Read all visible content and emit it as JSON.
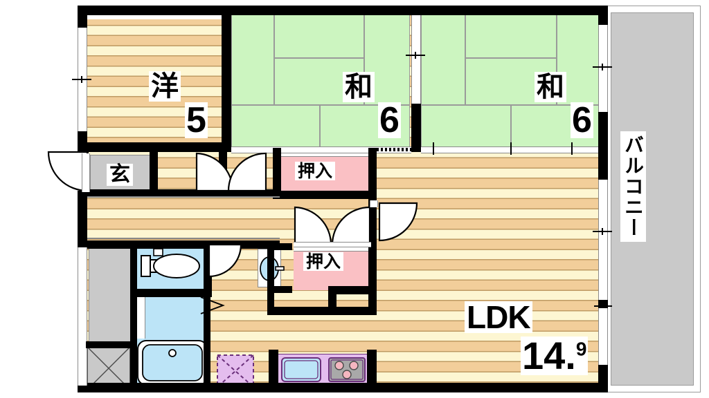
{
  "plan": {
    "title": "Japanese apartment floor plan 3LDK",
    "rooms": [
      {
        "id": "western-room",
        "label": "洋",
        "size": "5",
        "type": "western-flooring"
      },
      {
        "id": "japanese-room-1",
        "label": "和",
        "size": "6",
        "type": "tatami"
      },
      {
        "id": "japanese-room-2",
        "label": "和",
        "size": "6",
        "type": "tatami"
      },
      {
        "id": "ldk",
        "label": "LDK",
        "size": "14",
        "size_decimal": "9",
        "type": "living-dining-kitchen"
      }
    ],
    "labels": {
      "entrance": "玄",
      "closet_upper": "押入",
      "closet_lower": "押入",
      "balcony": "バルコニー",
      "ldk": "LDK",
      "ldk_area_int": "14",
      "ldk_area_dec": ".",
      "ldk_area_sup": "9",
      "western_label": "洋",
      "western_size": "5",
      "japanese_label_1": "和",
      "japanese_size_1": "6",
      "japanese_label_2": "和",
      "japanese_size_2": "6"
    },
    "fixtures": [
      {
        "name": "toilet",
        "room": "lavatory"
      },
      {
        "name": "bathtub",
        "room": "bathroom"
      },
      {
        "name": "washbasin",
        "room": "hallway"
      },
      {
        "name": "kitchen-sink",
        "room": "ldk"
      },
      {
        "name": "gas-stove-3-burner",
        "room": "ldk"
      },
      {
        "name": "washing-machine-space",
        "room": "ldk"
      },
      {
        "name": "meter-box",
        "room": "entrance"
      },
      {
        "name": "storage-shaft",
        "room": "entrance"
      }
    ],
    "colors": {
      "wall": "#000000",
      "tatami": "#CCF5C0",
      "closet": "#FAC0C4",
      "balcony": "#C9C9C9",
      "water": "#BCE4F7",
      "kitchen": "#E4BDEE",
      "floor_light": "#FDF6D2",
      "floor_dark": "#F2CE9A"
    }
  }
}
